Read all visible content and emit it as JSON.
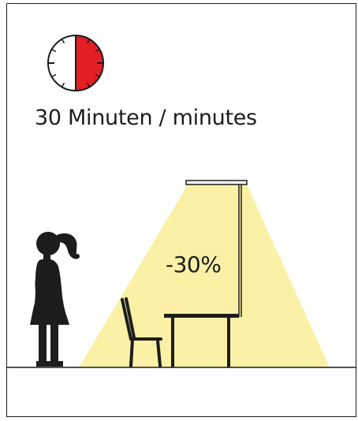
{
  "caption": {
    "duration_text": "30 Minuten / minutes"
  },
  "illustration": {
    "light_reduction_text": "-30%",
    "timer_elapsed_fraction": 0.5,
    "light_cone_color": "#faf1a6",
    "timer_accent_color": "#e31e24",
    "ink_color": "#1d1d1b"
  }
}
